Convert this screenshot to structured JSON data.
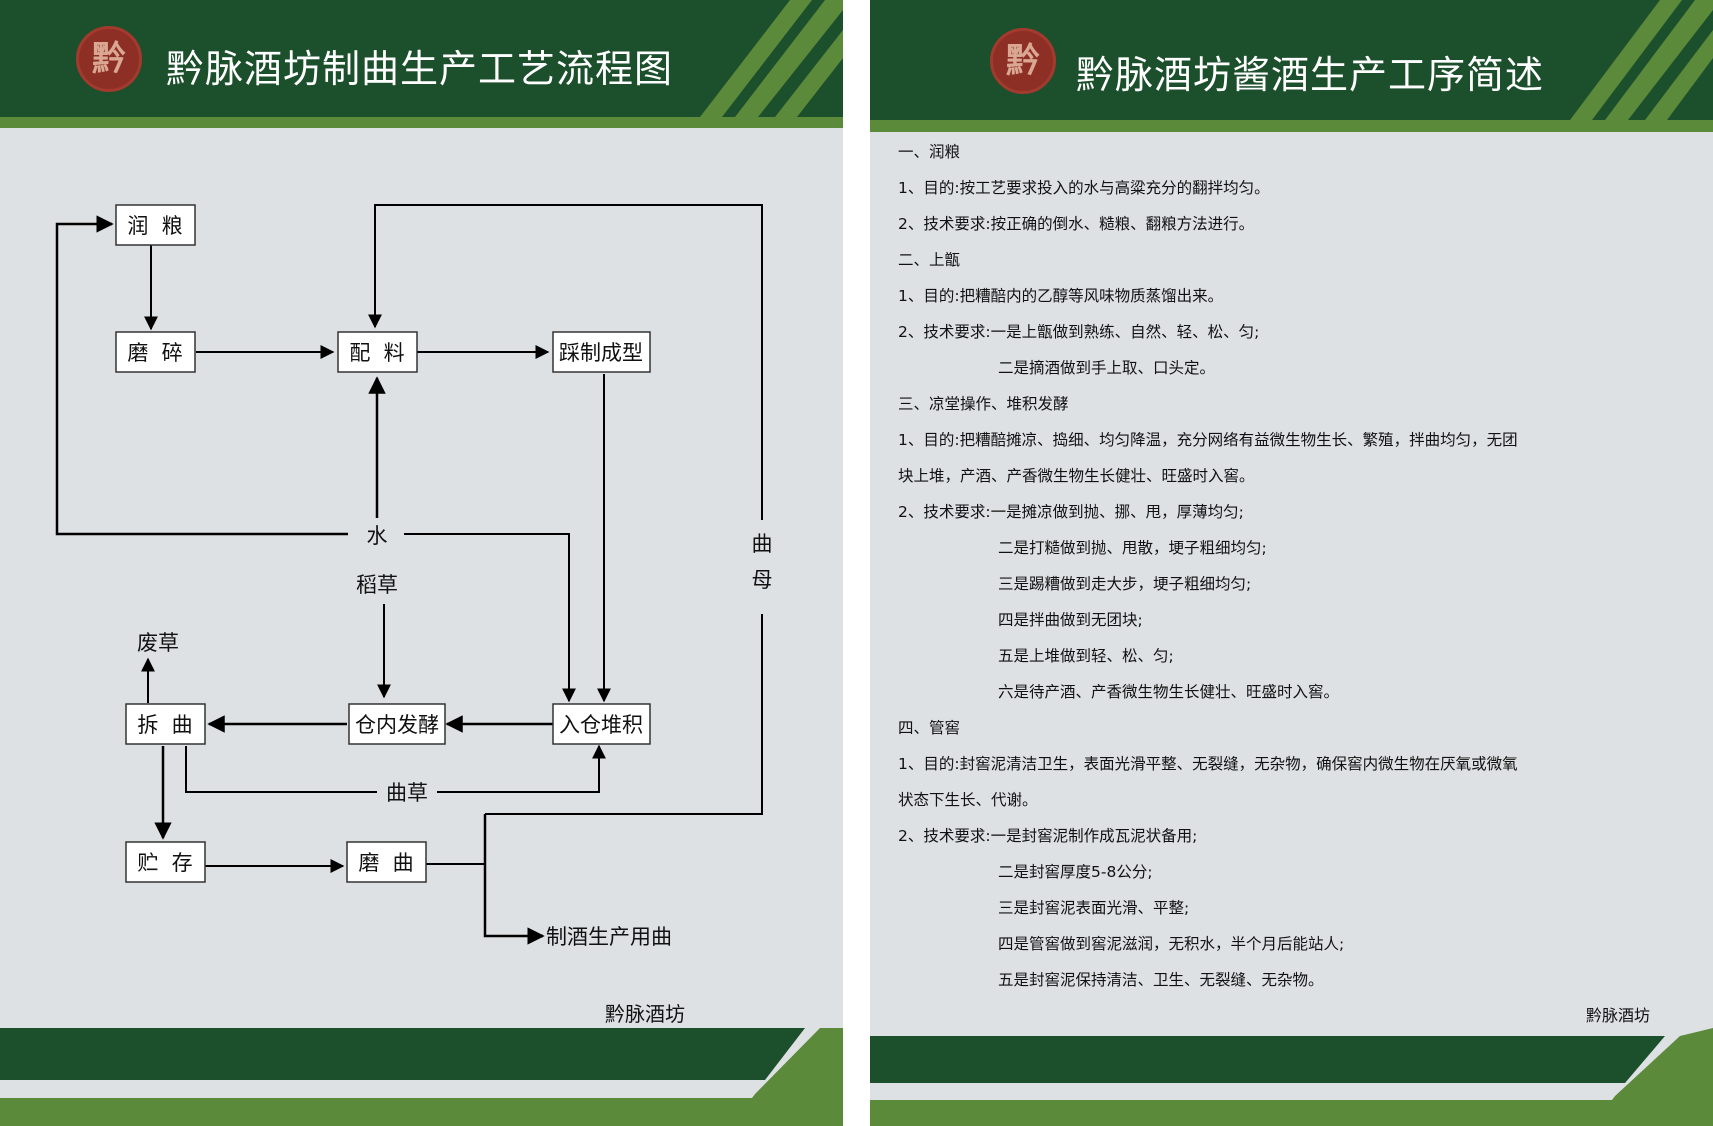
{
  "left": {
    "seal_char": "黔",
    "title": "黔脉酒坊制曲生产工艺流程图",
    "boxes": {
      "run_liang": "润  粮",
      "mo_sui": "磨  碎",
      "pei_liao": "配  料",
      "cai_zhi": "踩制成型",
      "chai_qu": "拆  曲",
      "cang_nei": "仓内发酵",
      "ru_cang": "入仓堆积",
      "zhu_cun": "贮  存",
      "mo_qu": "磨  曲"
    },
    "labels": {
      "shui": "水",
      "dao_cao": "稻草",
      "fei_cao": "废草",
      "qu_cao": "曲草",
      "qu": "曲",
      "mu": "母",
      "output": "制酒生产用曲"
    },
    "signature": "黔脉酒坊"
  },
  "right": {
    "seal_char": "黔",
    "title": "黔脉酒坊酱酒生产工序简述",
    "lines": [
      "一、润粮",
      "1、目的:按工艺要求投入的水与高粱充分的翻拌均匀。",
      "2、技术要求:按正确的倒水、糙粮、翻粮方法进行。",
      "二、上甑",
      "1、目的:把糟醅内的乙醇等风味物质蒸馏出来。",
      "2、技术要求:一是上甑做到熟练、自然、轻、松、匀;",
      "二是摘酒做到手上取、口头定。",
      "三、凉堂操作、堆积发酵",
      "1、目的:把糟醅摊凉、捣细、均匀降温，充分网络有益微生物生长、繁殖，拌曲均匀，无团",
      "块上堆，产酒、产香微生物生长健壮、旺盛时入窖。",
      "2、技术要求:一是摊凉做到抛、挪、甩，厚薄均匀;",
      "二是打糙做到抛、甩散，埂子粗细均匀;",
      "三是踢糟做到走大步，埂子粗细均匀;",
      "四是拌曲做到无团块;",
      "五是上堆做到轻、松、匀;",
      "六是待产酒、产香微生物生长健壮、旺盛时入窖。",
      "四、管窖",
      "1、目的:封窖泥清洁卫生，表面光滑平整、无裂缝，无杂物，确保窖内微生物在厌氧或微氧",
      "状态下生长、代谢。",
      "2、技术要求:一是封窖泥制作成瓦泥状备用;",
      "二是封窖厚度5-8公分;",
      "三是封窖泥表面光滑、平整;",
      "四是管窖做到窖泥滋润，无积水，半个月后能站人;",
      "五是封窖泥保持清洁、卫生、无裂缝、无杂物。"
    ],
    "signature": "黔脉酒坊"
  },
  "colors": {
    "dark_green": "#1c4f2c",
    "light_green": "#5a8a3a",
    "panel_bg": "#dde1e3",
    "seal_red": "#8e2f25"
  }
}
